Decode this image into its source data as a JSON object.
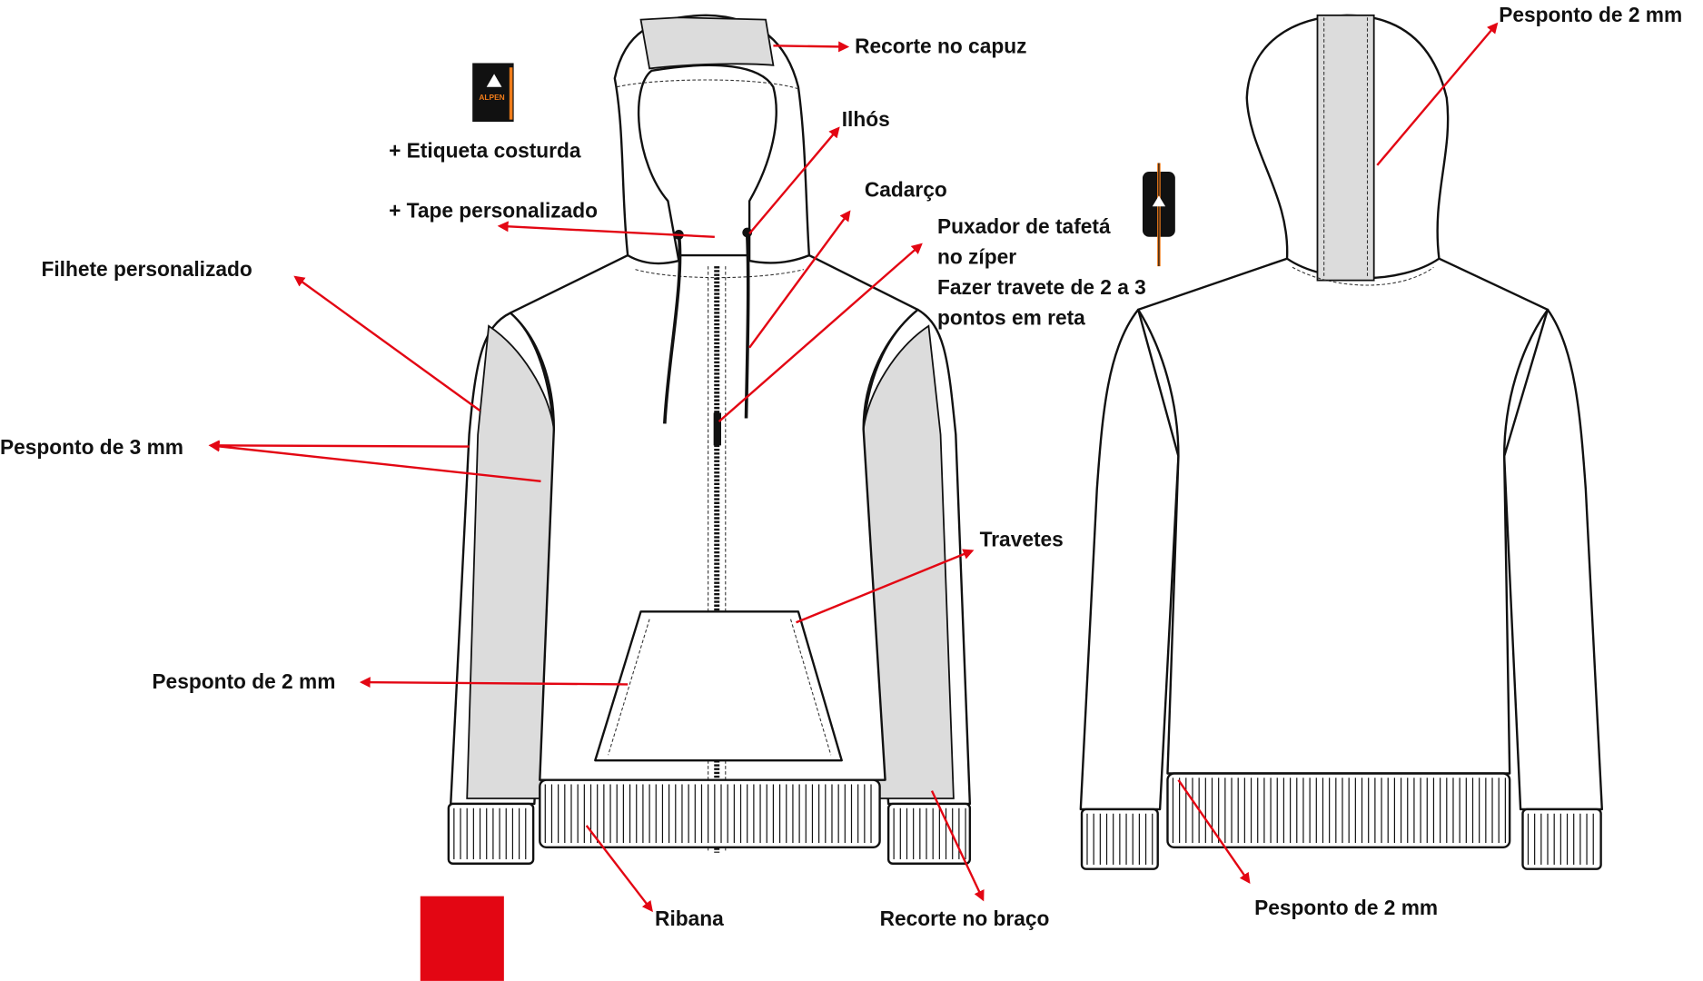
{
  "labels": {
    "recorte_capuz": "Recorte no capuz",
    "etiqueta": "+ Etiqueta costurda",
    "ilhos": "Ilhós",
    "tape": "+ Tape personalizado",
    "cadarco": "Cadarço",
    "puxador_1": "Puxador de tafetá",
    "puxador_2": "no zíper",
    "puxador_3": "Fazer travete de 2 a 3",
    "puxador_4": "pontos em reta",
    "filhete": "Filhete personalizado",
    "pesponto_3mm": "Pesponto de 3 mm",
    "travetes": "Travetes",
    "pesponto_2mm_bolso": "Pesponto de 2 mm",
    "ribana": "Ribana",
    "recorte_braco": "Recorte no braço",
    "pesponto_2mm_costas": "Pesponto de 2 mm",
    "pesponto_2mm_capuz": "Pesponto de 2 mm"
  },
  "brand": {
    "logo_text": "ALPEN"
  },
  "colors": {
    "arrow": "#e30613",
    "panel": "#dcdcdc",
    "swatch": "#e30613",
    "accent": "#f07c1a"
  }
}
